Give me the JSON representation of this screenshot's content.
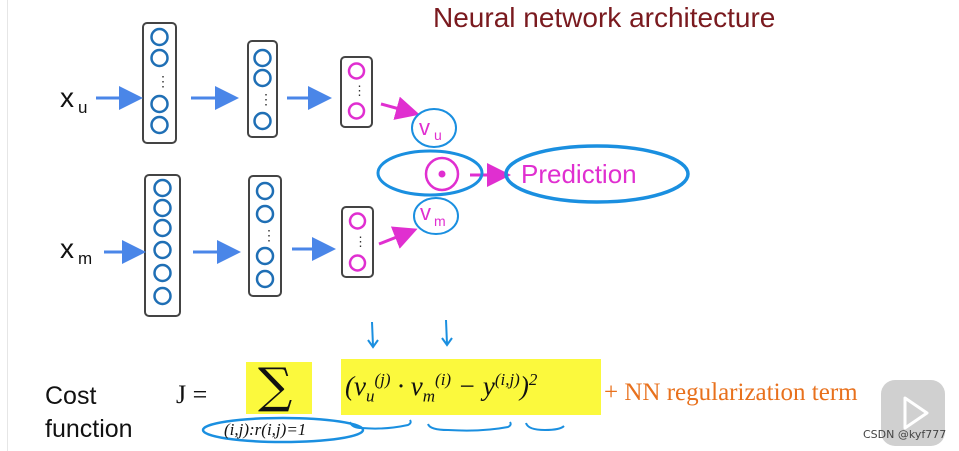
{
  "title": "Neural network architecture",
  "inputs": {
    "user": "x",
    "user_sub": "u",
    "movie": "x",
    "movie_sub": "m"
  },
  "vectors": {
    "user": "v",
    "user_sub": "u",
    "movie": "v",
    "movie_sub": "m"
  },
  "dot_symbol": "•",
  "prediction_label": "Prediction",
  "cost": {
    "label_line1": "Cost",
    "label_line2": "function",
    "lhs": "J =",
    "sum_symbol": "∑",
    "sum_subscript": "(i,j):r(i,j)=1",
    "regularization": "+ NN regularization  term"
  },
  "watermark": "CSDN @kyf777",
  "colors": {
    "title": "#7a1a1f",
    "network_node": "#1f6fb5",
    "vector_node": "#e02fd0",
    "arrow_blue": "#4a86e8",
    "arrow_magenta": "#e02fd0",
    "highlight_circle": "#1a8fe0",
    "highlight_yellow": "#fbf93d",
    "regularization": "#e8711d"
  },
  "icons": {
    "play": "play-icon"
  }
}
